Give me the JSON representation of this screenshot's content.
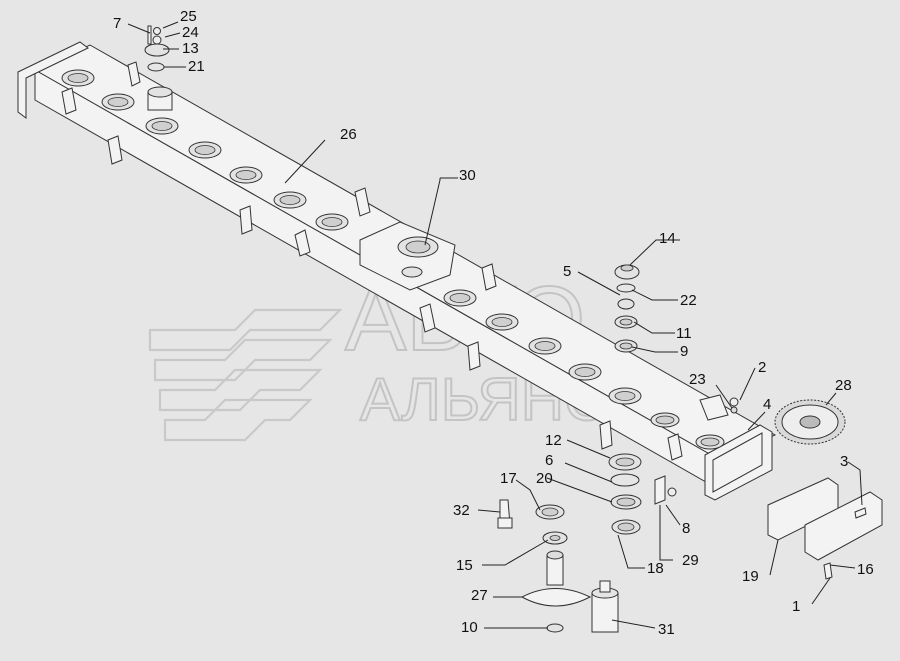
{
  "watermark": {
    "line1": "АВТО",
    "line2": "АЛЬЯНС"
  },
  "callouts": [
    {
      "id": "c1",
      "text": "1"
    },
    {
      "id": "c2",
      "text": "2"
    },
    {
      "id": "c3",
      "text": "3"
    },
    {
      "id": "c4",
      "text": "4"
    },
    {
      "id": "c5",
      "text": "5"
    },
    {
      "id": "c6",
      "text": "6"
    },
    {
      "id": "c7",
      "text": "7"
    },
    {
      "id": "c8",
      "text": "8"
    },
    {
      "id": "c9",
      "text": "9"
    },
    {
      "id": "c10",
      "text": "10"
    },
    {
      "id": "c11",
      "text": "11"
    },
    {
      "id": "c12",
      "text": "12"
    },
    {
      "id": "c13",
      "text": "13"
    },
    {
      "id": "c14",
      "text": "14"
    },
    {
      "id": "c15",
      "text": "15"
    },
    {
      "id": "c16",
      "text": "16"
    },
    {
      "id": "c17",
      "text": "17"
    },
    {
      "id": "c18",
      "text": "18"
    },
    {
      "id": "c19",
      "text": "19"
    },
    {
      "id": "c20",
      "text": "20"
    },
    {
      "id": "c21",
      "text": "21"
    },
    {
      "id": "c22",
      "text": "22"
    },
    {
      "id": "c23",
      "text": "23"
    },
    {
      "id": "c24",
      "text": "24"
    },
    {
      "id": "c25",
      "text": "25"
    },
    {
      "id": "c26",
      "text": "26"
    },
    {
      "id": "c27",
      "text": "27"
    },
    {
      "id": "c28",
      "text": "28"
    },
    {
      "id": "c29",
      "text": "29"
    },
    {
      "id": "c30",
      "text": "30"
    },
    {
      "id": "c31",
      "text": "31"
    },
    {
      "id": "c32",
      "text": "32"
    }
  ]
}
